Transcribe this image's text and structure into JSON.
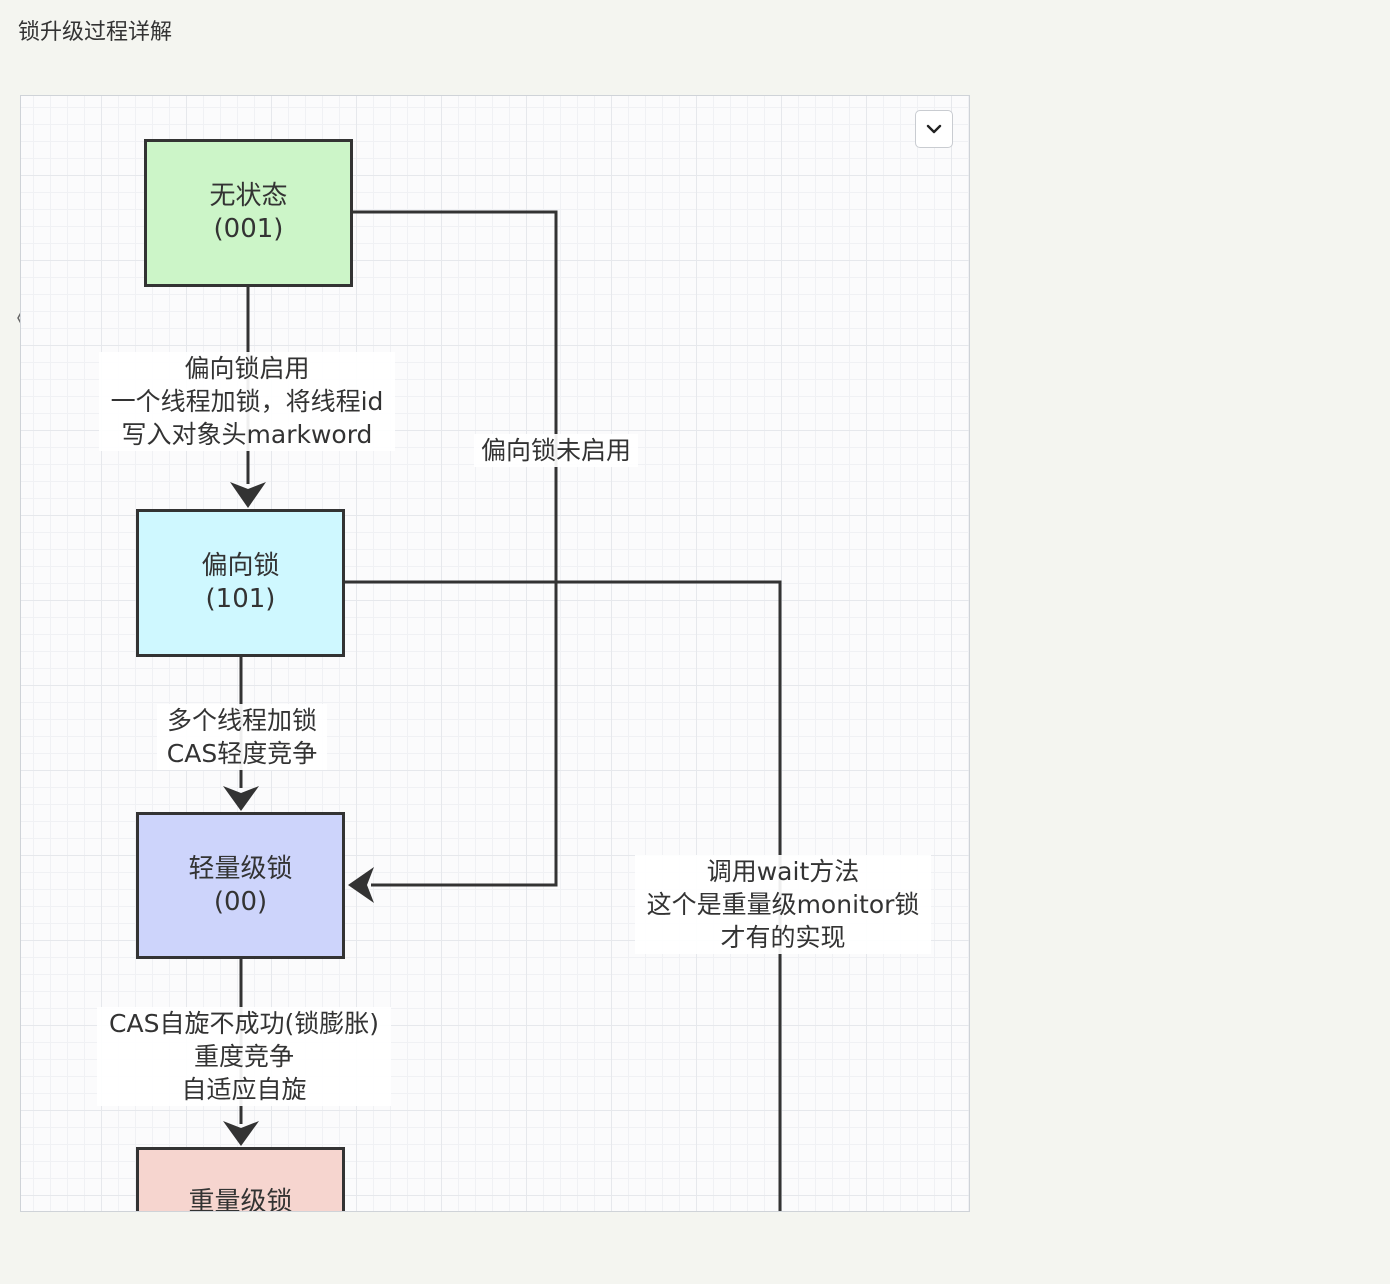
{
  "page": {
    "title": "锁升级过程详解"
  },
  "diagram": {
    "nodes": {
      "stateless": {
        "name": "无状态",
        "code": "(001)",
        "fill": "#ccf5c8"
      },
      "biased": {
        "name": "偏向锁",
        "code": "(101)",
        "fill": "#cff8ff"
      },
      "lightweight": {
        "name": "轻量级锁",
        "code": "(00)",
        "fill": "#cdd4fb"
      },
      "heavyweight": {
        "name": "重量级锁",
        "fill": "#f6d5cf"
      }
    },
    "edges": {
      "bias_enabled": {
        "line1": "偏向锁启用",
        "line2": "一个线程加锁，将线程id",
        "line3": "写入对象头markword"
      },
      "bias_disabled": {
        "line1": "偏向锁未启用"
      },
      "multi_thread": {
        "line1": "多个线程加锁",
        "line2": "CAS轻度竞争"
      },
      "cas_fail": {
        "line1": "CAS自旋不成功(锁膨胀)",
        "line2": "重度竞争",
        "line3": "自适应自旋"
      },
      "wait_call": {
        "line1": "调用wait方法",
        "line2": "这个是重量级monitor锁",
        "line3": "才有的实现"
      }
    },
    "icons": {
      "collapse": "chevron-down-icon"
    }
  }
}
